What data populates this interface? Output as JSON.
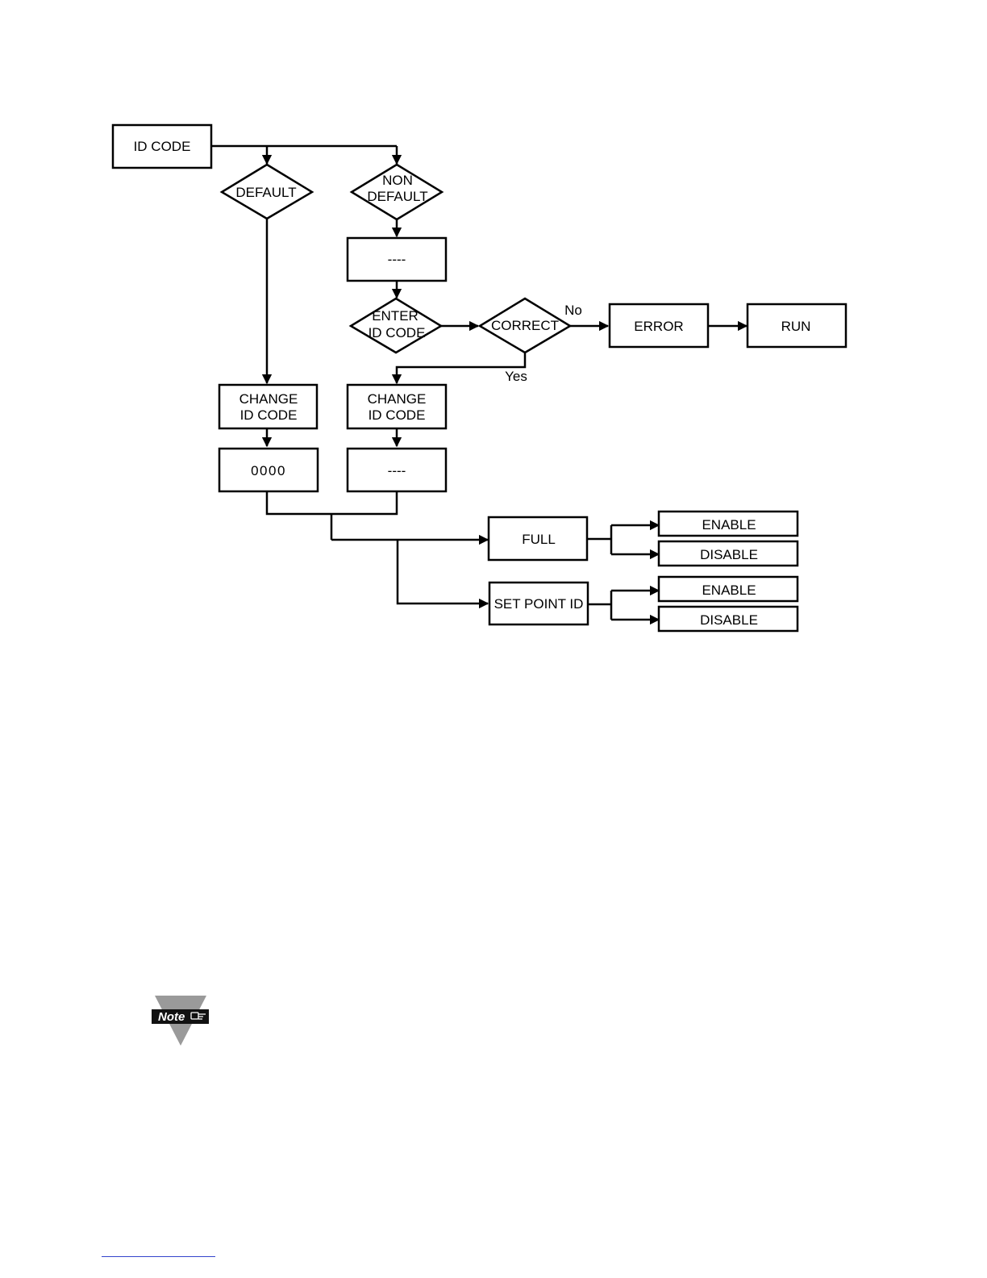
{
  "colors": {
    "stroke": "#000000",
    "background": "#ffffff",
    "note_badge": "#111111",
    "note_triangle": "#9a9a9a",
    "footer_rule": "#3344cc"
  },
  "flowchart": {
    "nodes": {
      "id_code": "ID CODE",
      "default": "DEFAULT",
      "non_default_1": "NON",
      "non_default_2": "DEFAULT",
      "dashes_1": "----",
      "enter_id_code_1": "ENTER",
      "enter_id_code_2": "ID CODE",
      "correct": "CORRECT",
      "error": "ERROR",
      "run": "RUN",
      "change_left_1": "CHANGE",
      "change_left_2": "ID CODE",
      "change_right_1": "CHANGE",
      "change_right_2": "ID CODE",
      "zeros": "0000",
      "dashes_2": "----",
      "full": "FULL",
      "set_point_id": "SET POINT ID",
      "full_enable": "ENABLE",
      "full_disable": "DISABLE",
      "sp_enable": "ENABLE",
      "sp_disable": "DISABLE"
    },
    "edge_labels": {
      "no": "No",
      "yes": "Yes"
    }
  },
  "note": {
    "label": "Note",
    "icon": "pointing-hand-icon"
  }
}
